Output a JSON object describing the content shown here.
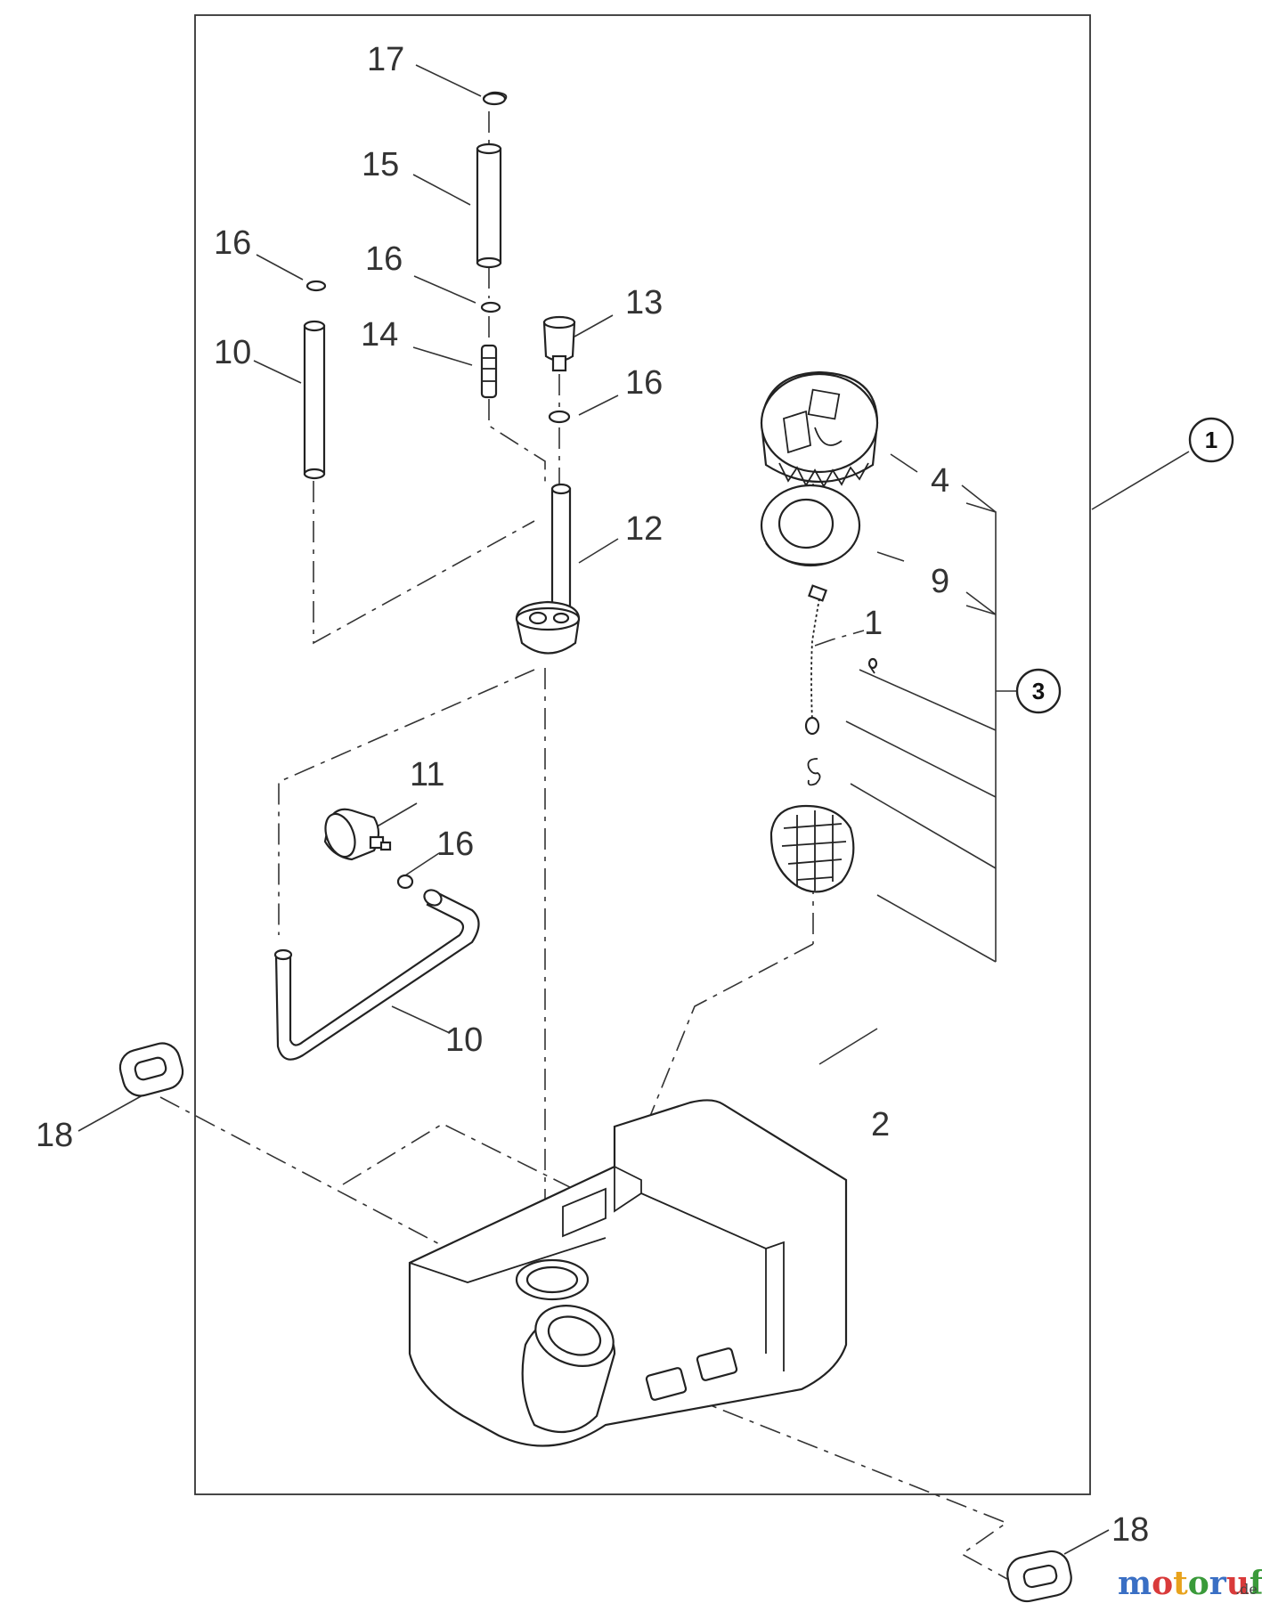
{
  "diagram": {
    "part_labels": {
      "p17": "17",
      "p15": "15",
      "p16a": "16",
      "p16b": "16",
      "p16c": "16",
      "p16d": "16",
      "p10a": "10",
      "p10b": "10",
      "p14": "14",
      "p13": "13",
      "p12": "12",
      "p11": "11",
      "p4": "4",
      "p9": "9",
      "p1small": "1",
      "p2": "2",
      "p18a": "18",
      "p18b": "18"
    },
    "assembly_labels": {
      "a1": "1",
      "a3": "3"
    }
  },
  "watermark": {
    "brand": "motoruf",
    "tld": ".de",
    "letter_colors": [
      "#3a6fc4",
      "#d93a3a",
      "#e8a21c",
      "#3a9a3a",
      "#3a6fc4",
      "#d93a3a",
      "#3a9a3a"
    ]
  }
}
